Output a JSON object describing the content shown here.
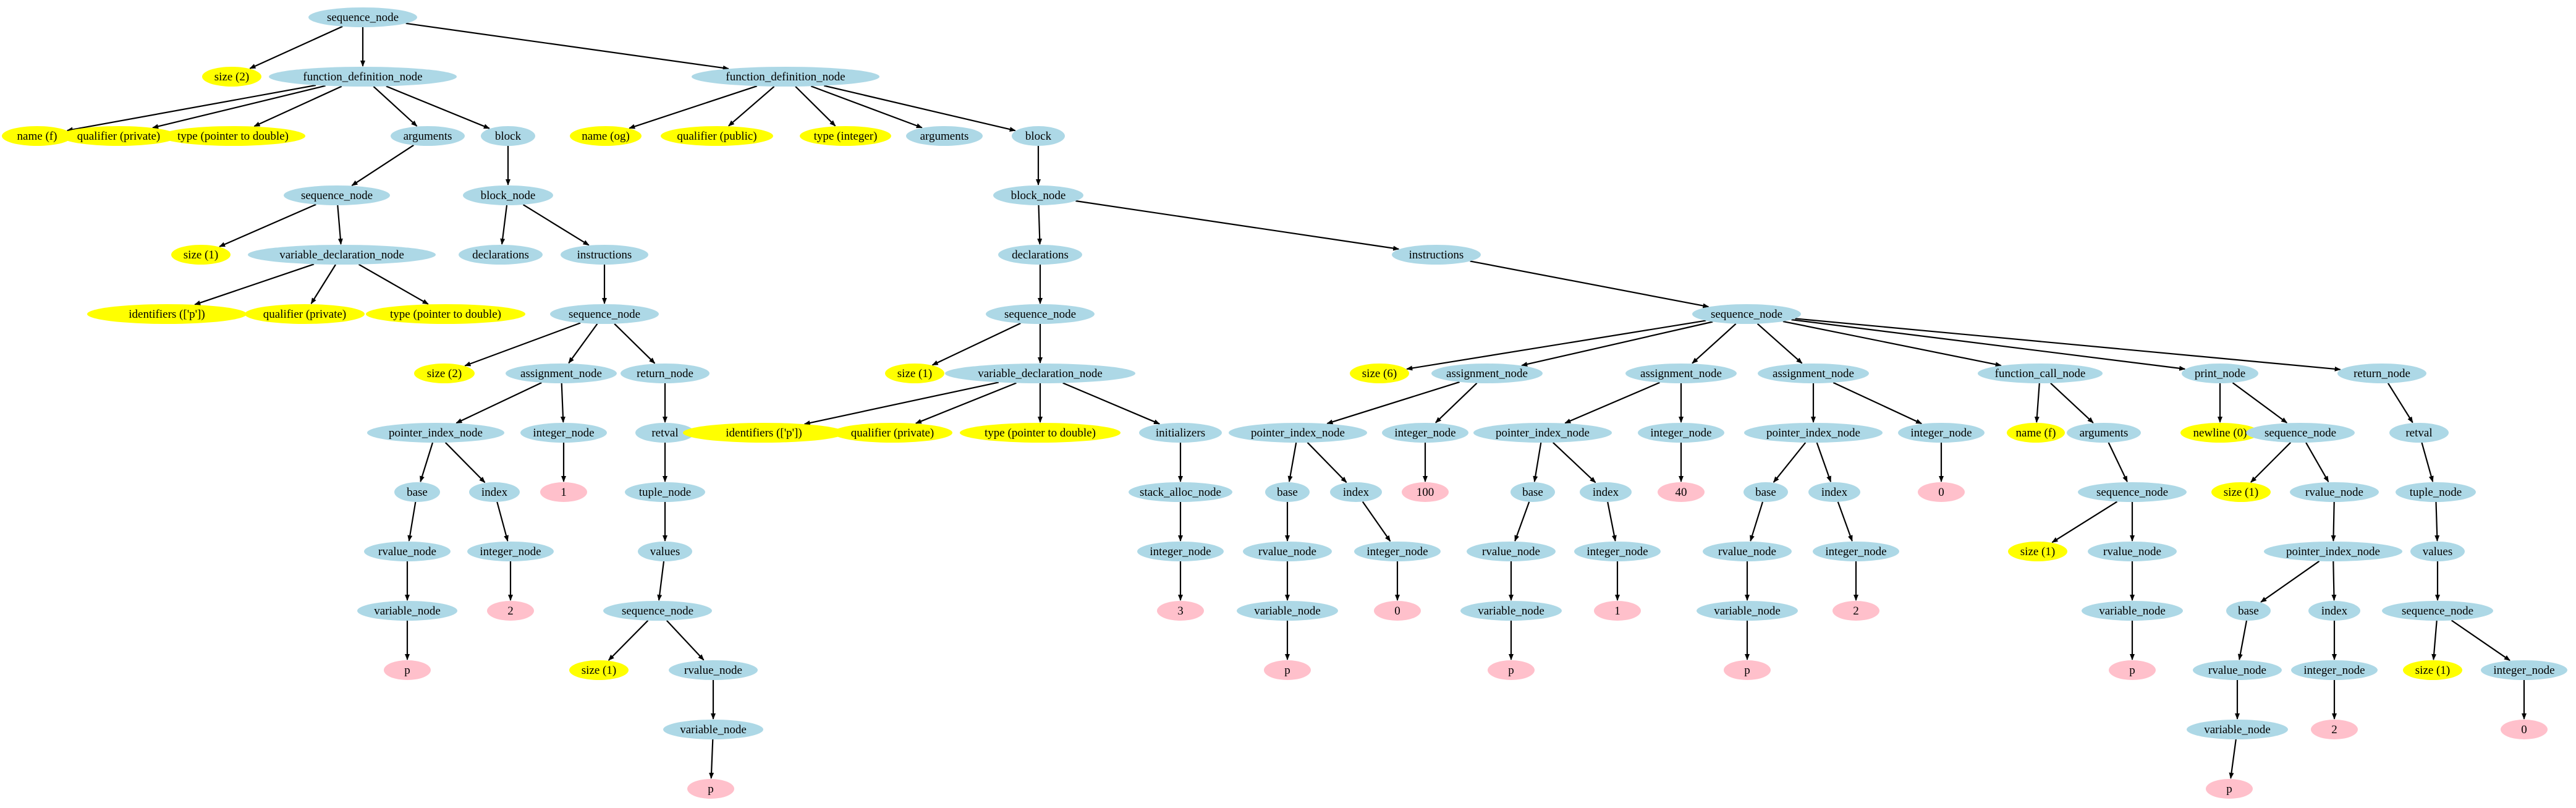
{
  "colors": {
    "node": "#add8e6",
    "property": "#ffff00",
    "literal": "#ffc0cb",
    "edge": "#000000",
    "text": "#000000"
  },
  "nodes": {
    "n0": {
      "label": "sequence_node",
      "kind": "node"
    },
    "n1": {
      "label": "size (2)",
      "kind": "property"
    },
    "n2": {
      "label": "function_definition_node",
      "kind": "node"
    },
    "n3": {
      "label": "function_definition_node",
      "kind": "node"
    },
    "n4": {
      "label": "name (f)",
      "kind": "property"
    },
    "n5": {
      "label": "qualifier (private)",
      "kind": "property"
    },
    "n6": {
      "label": "type (pointer to double)",
      "kind": "property"
    },
    "n7": {
      "label": "arguments",
      "kind": "node"
    },
    "n8": {
      "label": "block",
      "kind": "node"
    },
    "n9": {
      "label": "sequence_node",
      "kind": "node"
    },
    "n10": {
      "label": "size (1)",
      "kind": "property"
    },
    "n11": {
      "label": "variable_declaration_node",
      "kind": "node"
    },
    "n12": {
      "label": "identifiers (['p'])",
      "kind": "property"
    },
    "n13": {
      "label": "qualifier (private)",
      "kind": "property"
    },
    "n14": {
      "label": "type (pointer to double)",
      "kind": "property"
    },
    "n15": {
      "label": "block_node",
      "kind": "node"
    },
    "n16": {
      "label": "declarations",
      "kind": "node"
    },
    "n17": {
      "label": "instructions",
      "kind": "node"
    },
    "n18": {
      "label": "sequence_node",
      "kind": "node"
    },
    "n19": {
      "label": "size (2)",
      "kind": "property"
    },
    "n20": {
      "label": "assignment_node",
      "kind": "node"
    },
    "n21": {
      "label": "return_node",
      "kind": "node"
    },
    "n22": {
      "label": "pointer_index_node",
      "kind": "node"
    },
    "n23": {
      "label": "integer_node",
      "kind": "node"
    },
    "n24": {
      "label": "base",
      "kind": "node"
    },
    "n25": {
      "label": "index",
      "kind": "node"
    },
    "n26": {
      "label": "rvalue_node",
      "kind": "node"
    },
    "n27": {
      "label": "variable_node",
      "kind": "node"
    },
    "n28": {
      "label": "p",
      "kind": "literal"
    },
    "n29": {
      "label": "integer_node",
      "kind": "node"
    },
    "n30": {
      "label": "2",
      "kind": "literal"
    },
    "n31": {
      "label": "1",
      "kind": "literal"
    },
    "n32": {
      "label": "retval",
      "kind": "node"
    },
    "n33": {
      "label": "tuple_node",
      "kind": "node"
    },
    "n34": {
      "label": "values",
      "kind": "node"
    },
    "n35": {
      "label": "sequence_node",
      "kind": "node"
    },
    "n36": {
      "label": "size (1)",
      "kind": "property"
    },
    "n37": {
      "label": "rvalue_node",
      "kind": "node"
    },
    "n38": {
      "label": "variable_node",
      "kind": "node"
    },
    "n39": {
      "label": "p",
      "kind": "literal"
    },
    "n40": {
      "label": "name (og)",
      "kind": "property"
    },
    "n41": {
      "label": "qualifier (public)",
      "kind": "property"
    },
    "n42": {
      "label": "type (integer)",
      "kind": "property"
    },
    "n43": {
      "label": "arguments",
      "kind": "node"
    },
    "n44": {
      "label": "block",
      "kind": "node"
    },
    "n45": {
      "label": "block_node",
      "kind": "node"
    },
    "n46": {
      "label": "declarations",
      "kind": "node"
    },
    "n47": {
      "label": "instructions",
      "kind": "node"
    },
    "n48": {
      "label": "sequence_node",
      "kind": "node"
    },
    "n49": {
      "label": "size (1)",
      "kind": "property"
    },
    "n50": {
      "label": "variable_declaration_node",
      "kind": "node"
    },
    "n51": {
      "label": "identifiers (['p'])",
      "kind": "property"
    },
    "n52": {
      "label": "qualifier (private)",
      "kind": "property"
    },
    "n53": {
      "label": "type (pointer to double)",
      "kind": "property"
    },
    "n54": {
      "label": "initializers",
      "kind": "node"
    },
    "n55": {
      "label": "stack_alloc_node",
      "kind": "node"
    },
    "n56": {
      "label": "integer_node",
      "kind": "node"
    },
    "n57": {
      "label": "3",
      "kind": "literal"
    },
    "n58": {
      "label": "sequence_node",
      "kind": "node"
    },
    "n59": {
      "label": "size (6)",
      "kind": "property"
    },
    "n60": {
      "label": "assignment_node",
      "kind": "node"
    },
    "n61": {
      "label": "assignment_node",
      "kind": "node"
    },
    "n62": {
      "label": "assignment_node",
      "kind": "node"
    },
    "n63": {
      "label": "function_call_node",
      "kind": "node"
    },
    "n64": {
      "label": "print_node",
      "kind": "node"
    },
    "n65": {
      "label": "return_node",
      "kind": "node"
    },
    "n66": {
      "label": "pointer_index_node",
      "kind": "node"
    },
    "n67": {
      "label": "integer_node",
      "kind": "node"
    },
    "n68": {
      "label": "base",
      "kind": "node"
    },
    "n69": {
      "label": "index",
      "kind": "node"
    },
    "n70": {
      "label": "rvalue_node",
      "kind": "node"
    },
    "n71": {
      "label": "variable_node",
      "kind": "node"
    },
    "n72": {
      "label": "p",
      "kind": "literal"
    },
    "n73": {
      "label": "integer_node",
      "kind": "node"
    },
    "n74": {
      "label": "0",
      "kind": "literal"
    },
    "n75": {
      "label": "100",
      "kind": "literal"
    },
    "n76": {
      "label": "pointer_index_node",
      "kind": "node"
    },
    "n77": {
      "label": "integer_node",
      "kind": "node"
    },
    "n78": {
      "label": "base",
      "kind": "node"
    },
    "n79": {
      "label": "index",
      "kind": "node"
    },
    "n80": {
      "label": "rvalue_node",
      "kind": "node"
    },
    "n81": {
      "label": "variable_node",
      "kind": "node"
    },
    "n82": {
      "label": "p",
      "kind": "literal"
    },
    "n83": {
      "label": "integer_node",
      "kind": "node"
    },
    "n84": {
      "label": "1",
      "kind": "literal"
    },
    "n85": {
      "label": "40",
      "kind": "literal"
    },
    "n86": {
      "label": "pointer_index_node",
      "kind": "node"
    },
    "n87": {
      "label": "integer_node",
      "kind": "node"
    },
    "n88": {
      "label": "base",
      "kind": "node"
    },
    "n89": {
      "label": "index",
      "kind": "node"
    },
    "n90": {
      "label": "rvalue_node",
      "kind": "node"
    },
    "n91": {
      "label": "variable_node",
      "kind": "node"
    },
    "n92": {
      "label": "p",
      "kind": "literal"
    },
    "n93": {
      "label": "integer_node",
      "kind": "node"
    },
    "n94": {
      "label": "2",
      "kind": "literal"
    },
    "n95": {
      "label": "0",
      "kind": "literal"
    },
    "n96": {
      "label": "name (f)",
      "kind": "property"
    },
    "n97": {
      "label": "arguments",
      "kind": "node"
    },
    "n98": {
      "label": "sequence_node",
      "kind": "node"
    },
    "n99": {
      "label": "size (1)",
      "kind": "property"
    },
    "n100": {
      "label": "rvalue_node",
      "kind": "node"
    },
    "n101": {
      "label": "variable_node",
      "kind": "node"
    },
    "n102": {
      "label": "p",
      "kind": "literal"
    },
    "n103": {
      "label": "newline (0)",
      "kind": "property"
    },
    "n104": {
      "label": "sequence_node",
      "kind": "node"
    },
    "n105": {
      "label": "size (1)",
      "kind": "property"
    },
    "n106": {
      "label": "rvalue_node",
      "kind": "node"
    },
    "n107": {
      "label": "pointer_index_node",
      "kind": "node"
    },
    "n108": {
      "label": "base",
      "kind": "node"
    },
    "n109": {
      "label": "index",
      "kind": "node"
    },
    "n110": {
      "label": "rvalue_node",
      "kind": "node"
    },
    "n111": {
      "label": "variable_node",
      "kind": "node"
    },
    "n112": {
      "label": "p",
      "kind": "literal"
    },
    "n113": {
      "label": "integer_node",
      "kind": "node"
    },
    "n114": {
      "label": "2",
      "kind": "literal"
    },
    "n115": {
      "label": "retval",
      "kind": "node"
    },
    "n116": {
      "label": "tuple_node",
      "kind": "node"
    },
    "n117": {
      "label": "values",
      "kind": "node"
    },
    "n118": {
      "label": "sequence_node",
      "kind": "node"
    },
    "n119": {
      "label": "size (1)",
      "kind": "property"
    },
    "n120": {
      "label": "integer_node",
      "kind": "node"
    },
    "n121": {
      "label": "0",
      "kind": "literal"
    }
  },
  "edges": [
    [
      "n0",
      "n1"
    ],
    [
      "n0",
      "n2"
    ],
    [
      "n0",
      "n3"
    ],
    [
      "n2",
      "n4"
    ],
    [
      "n2",
      "n5"
    ],
    [
      "n2",
      "n6"
    ],
    [
      "n2",
      "n7"
    ],
    [
      "n2",
      "n8"
    ],
    [
      "n7",
      "n9"
    ],
    [
      "n9",
      "n10"
    ],
    [
      "n9",
      "n11"
    ],
    [
      "n11",
      "n12"
    ],
    [
      "n11",
      "n13"
    ],
    [
      "n11",
      "n14"
    ],
    [
      "n8",
      "n15"
    ],
    [
      "n15",
      "n16"
    ],
    [
      "n15",
      "n17"
    ],
    [
      "n17",
      "n18"
    ],
    [
      "n18",
      "n19"
    ],
    [
      "n18",
      "n20"
    ],
    [
      "n18",
      "n21"
    ],
    [
      "n20",
      "n22"
    ],
    [
      "n20",
      "n23"
    ],
    [
      "n22",
      "n24"
    ],
    [
      "n22",
      "n25"
    ],
    [
      "n24",
      "n26"
    ],
    [
      "n26",
      "n27"
    ],
    [
      "n27",
      "n28"
    ],
    [
      "n25",
      "n29"
    ],
    [
      "n29",
      "n30"
    ],
    [
      "n23",
      "n31"
    ],
    [
      "n21",
      "n32"
    ],
    [
      "n32",
      "n33"
    ],
    [
      "n33",
      "n34"
    ],
    [
      "n34",
      "n35"
    ],
    [
      "n35",
      "n36"
    ],
    [
      "n35",
      "n37"
    ],
    [
      "n37",
      "n38"
    ],
    [
      "n38",
      "n39"
    ],
    [
      "n3",
      "n40"
    ],
    [
      "n3",
      "n41"
    ],
    [
      "n3",
      "n42"
    ],
    [
      "n3",
      "n43"
    ],
    [
      "n3",
      "n44"
    ],
    [
      "n44",
      "n45"
    ],
    [
      "n45",
      "n46"
    ],
    [
      "n45",
      "n47"
    ],
    [
      "n46",
      "n48"
    ],
    [
      "n48",
      "n49"
    ],
    [
      "n48",
      "n50"
    ],
    [
      "n50",
      "n51"
    ],
    [
      "n50",
      "n52"
    ],
    [
      "n50",
      "n53"
    ],
    [
      "n50",
      "n54"
    ],
    [
      "n54",
      "n55"
    ],
    [
      "n55",
      "n56"
    ],
    [
      "n56",
      "n57"
    ],
    [
      "n47",
      "n58"
    ],
    [
      "n58",
      "n59"
    ],
    [
      "n58",
      "n60"
    ],
    [
      "n58",
      "n61"
    ],
    [
      "n58",
      "n62"
    ],
    [
      "n58",
      "n63"
    ],
    [
      "n58",
      "n64"
    ],
    [
      "n58",
      "n65"
    ],
    [
      "n60",
      "n66"
    ],
    [
      "n60",
      "n67"
    ],
    [
      "n66",
      "n68"
    ],
    [
      "n66",
      "n69"
    ],
    [
      "n68",
      "n70"
    ],
    [
      "n70",
      "n71"
    ],
    [
      "n71",
      "n72"
    ],
    [
      "n69",
      "n73"
    ],
    [
      "n73",
      "n74"
    ],
    [
      "n67",
      "n75"
    ],
    [
      "n61",
      "n76"
    ],
    [
      "n61",
      "n77"
    ],
    [
      "n76",
      "n78"
    ],
    [
      "n76",
      "n79"
    ],
    [
      "n78",
      "n80"
    ],
    [
      "n80",
      "n81"
    ],
    [
      "n81",
      "n82"
    ],
    [
      "n79",
      "n83"
    ],
    [
      "n83",
      "n84"
    ],
    [
      "n77",
      "n85"
    ],
    [
      "n62",
      "n86"
    ],
    [
      "n62",
      "n87"
    ],
    [
      "n86",
      "n88"
    ],
    [
      "n86",
      "n89"
    ],
    [
      "n88",
      "n90"
    ],
    [
      "n90",
      "n91"
    ],
    [
      "n91",
      "n92"
    ],
    [
      "n89",
      "n93"
    ],
    [
      "n93",
      "n94"
    ],
    [
      "n87",
      "n95"
    ],
    [
      "n63",
      "n96"
    ],
    [
      "n63",
      "n97"
    ],
    [
      "n97",
      "n98"
    ],
    [
      "n98",
      "n99"
    ],
    [
      "n98",
      "n100"
    ],
    [
      "n100",
      "n101"
    ],
    [
      "n101",
      "n102"
    ],
    [
      "n64",
      "n103"
    ],
    [
      "n64",
      "n104"
    ],
    [
      "n104",
      "n105"
    ],
    [
      "n104",
      "n106"
    ],
    [
      "n106",
      "n107"
    ],
    [
      "n107",
      "n108"
    ],
    [
      "n107",
      "n109"
    ],
    [
      "n108",
      "n110"
    ],
    [
      "n110",
      "n111"
    ],
    [
      "n111",
      "n112"
    ],
    [
      "n109",
      "n113"
    ],
    [
      "n113",
      "n114"
    ],
    [
      "n65",
      "n115"
    ],
    [
      "n115",
      "n116"
    ],
    [
      "n116",
      "n117"
    ],
    [
      "n117",
      "n118"
    ],
    [
      "n118",
      "n119"
    ],
    [
      "n118",
      "n120"
    ],
    [
      "n120",
      "n121"
    ]
  ]
}
